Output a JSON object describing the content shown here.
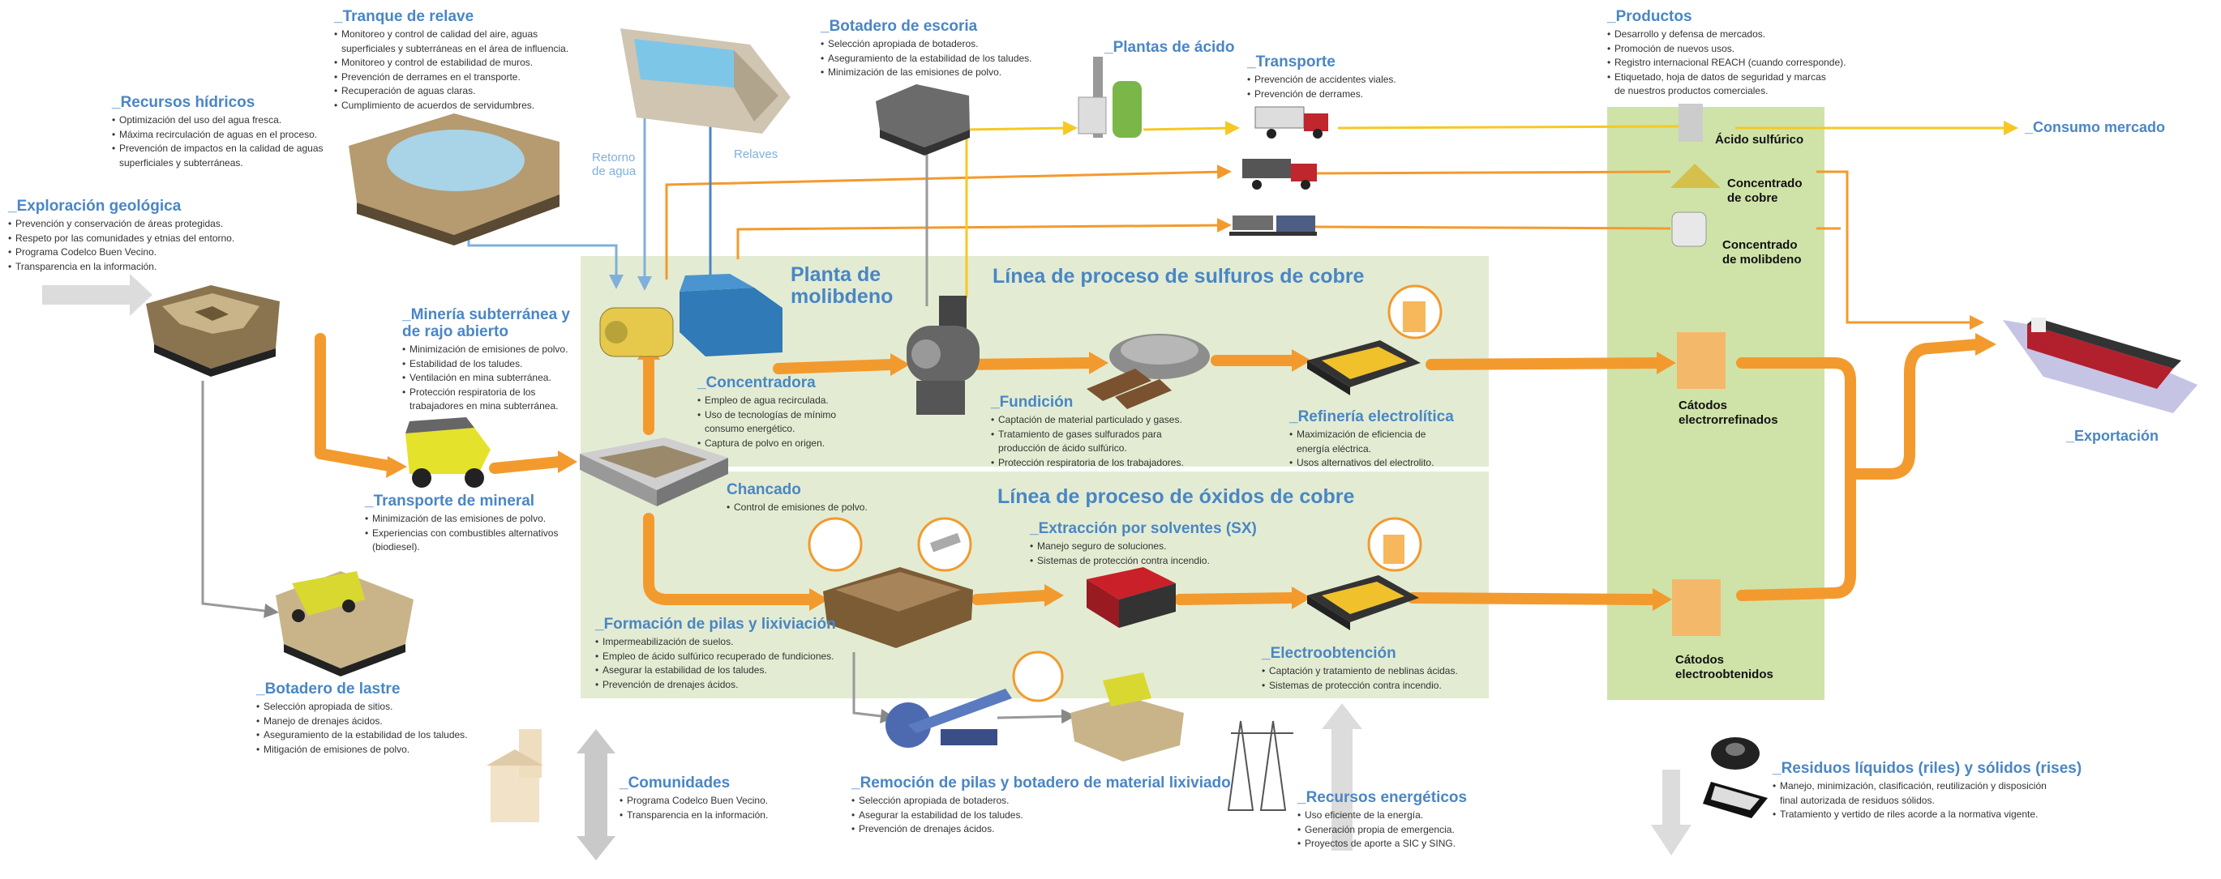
{
  "colors": {
    "title_blue": "#4a86c5",
    "flow_orange": "#f39a2e",
    "flow_yellow": "#f6c823",
    "flow_blue": "#7fb0dc",
    "panel_green": "#e3ecd2",
    "products_green": "#cfe3a8",
    "arrow_gray": "#c9c9c9"
  },
  "plants": {
    "sulfuros_line": "Línea de proceso de sulfuros de cobre",
    "oxidos_line": "Línea de proceso de óxidos de cobre",
    "molibdeno": "Planta de\nmolibdeno"
  },
  "flows": {
    "retorno_agua": "Retorno\nde agua",
    "relaves": "Relaves",
    "consumo_mercado": "_Consumo mercado",
    "exportacion": "_Exportación"
  },
  "products_box": {
    "acido": "Ácido sulfúrico",
    "concentrado_cobre": "Concentrado\nde cobre",
    "concentrado_molibdeno": "Concentrado\nde molibdeno",
    "catodos_er": "Cátodos\nelectrorrefinados",
    "catodos_eo": "Cátodos\nelectroobtenidos"
  },
  "icons": [
    "open-pit-mine-icon",
    "tailings-dam-icon",
    "tailings-pond-icon",
    "slag-dump-icon",
    "acid-plant-icon",
    "truck-icon",
    "train-icon",
    "ship-icon",
    "mining-truck-icon",
    "crusher-icon",
    "concentrator-icon",
    "smelter-icon",
    "refinery-icon",
    "leach-pile-icon",
    "sx-tanks-icon",
    "electrowinning-icon",
    "reclaimer-icon",
    "church-icon",
    "power-tower-icon",
    "tires-icon"
  ],
  "sections": {
    "exploracion": {
      "title": "_Exploración geológica",
      "items": [
        "Prevención y conservación de áreas protegidas.",
        "Respeto por las comunidades y etnias del entorno.",
        "Programa Codelco Buen Vecino.",
        "Transparencia en la información."
      ]
    },
    "recursos_hidricos": {
      "title": "_Recursos hídricos",
      "items": [
        "Optimización del uso del agua fresca.",
        "Máxima recirculación de aguas en el proceso.",
        "Prevención de impactos en la calidad de aguas\nsuperficiales y subterráneas."
      ]
    },
    "tranque": {
      "title": "_Tranque de relave",
      "items": [
        "Monitoreo y control de calidad del aire, aguas\nsuperficiales y subterráneas en el área de influencia.",
        "Monitoreo y control de estabilidad de muros.",
        "Prevención de derrames en el transporte.",
        "Recuperación de aguas claras.",
        "Cumplimiento de acuerdos de servidumbres."
      ]
    },
    "escoria": {
      "title": "_Botadero de escoria",
      "items": [
        "Selección apropiada de botaderos.",
        "Aseguramiento de la estabilidad de los taludes.",
        "Minimización de las emisiones de polvo."
      ]
    },
    "acido": {
      "title": "_Plantas de ácido",
      "items": []
    },
    "transporte": {
      "title": "_Transporte",
      "items": [
        "Prevención de accidentes viales.",
        "Prevención de derrames."
      ]
    },
    "productos": {
      "title": "_Productos",
      "items": [
        "Desarrollo y defensa de mercados.",
        "Promoción de nuevos usos.",
        "Registro internacional REACH (cuando corresponde).",
        "Etiquetado, hoja de datos de seguridad y marcas\nde nuestros productos comerciales."
      ]
    },
    "mineria": {
      "title": "_Minería subterránea y\n  de rajo abierto",
      "items": [
        "Minimización de emisiones de polvo.",
        "Estabilidad de los taludes.",
        "Ventilación en mina subterránea.",
        "Protección respiratoria de los\ntrabajadores en mina subterránea."
      ]
    },
    "concentradora": {
      "title": "_Concentradora",
      "items": [
        "Empleo de agua recirculada.",
        "Uso de tecnologías de mínimo\nconsumo energético.",
        "Captura de polvo en origen."
      ]
    },
    "fundicion": {
      "title": "_Fundición",
      "items": [
        "Captación de material particulado y gases.",
        "Tratamiento de gases sulfurados para\nproducción de ácido sulfúrico.",
        "Protección respiratoria de los trabajadores."
      ]
    },
    "refineria": {
      "title": "_Refinería electrolítica",
      "items": [
        "Maximización de eficiencia de\nenergía eléctrica.",
        "Usos alternativos del electrolito."
      ]
    },
    "transporte_mineral": {
      "title": "_Transporte de mineral",
      "items": [
        "Minimización de las emisiones de polvo.",
        "Experiencias con combustibles alternativos\n(biodiesel)."
      ]
    },
    "chancado": {
      "title": "Chancado",
      "items": [
        "Control de emisiones de polvo."
      ]
    },
    "sx": {
      "title": "_Extracción por solventes (SX)",
      "items": [
        "Manejo seguro de soluciones.",
        "Sistemas de protección contra incendio."
      ]
    },
    "pilas": {
      "title": "_Formación de pilas y lixiviación",
      "items": [
        "Impermeabilización de suelos.",
        "Empleo de ácido sulfúrico recuperado de fundiciones.",
        "Asegurar la estabilidad de los taludes.",
        "Prevención de drenajes ácidos."
      ]
    },
    "electroobtencion": {
      "title": "_Electroobtención",
      "items": [
        "Captación y tratamiento de neblinas ácidas.",
        "Sistemas de protección contra incendio."
      ]
    },
    "lastre": {
      "title": "_Botadero de lastre",
      "items": [
        "Selección apropiada de sitios.",
        "Manejo de drenajes ácidos.",
        "Aseguramiento de la estabilidad de los taludes.",
        "Mitigación de emisiones de polvo."
      ]
    },
    "comunidades": {
      "title": "_Comunidades",
      "items": [
        "Programa Codelco Buen Vecino.",
        "Transparencia en la información."
      ]
    },
    "remocion": {
      "title": "_Remoción de pilas y botadero de material  lixiviado",
      "items": [
        "Selección apropiada de botaderos.",
        "Asegurar la estabilidad de los taludes.",
        "Prevención de drenajes ácidos."
      ]
    },
    "energeticos": {
      "title": "_Recursos energéticos",
      "items": [
        "Uso eficiente de la energía.",
        "Generación propia de emergencia.",
        "Proyectos de aporte a SIC y SING."
      ]
    },
    "residuos": {
      "title": "_Residuos líquidos (riles) y sólidos (rises)",
      "items": [
        "Manejo, minimización, clasificación, reutilización y disposición\nfinal autorizada de residuos sólidos.",
        "Tratamiento y vertido de riles acorde a la normativa vigente."
      ]
    }
  }
}
